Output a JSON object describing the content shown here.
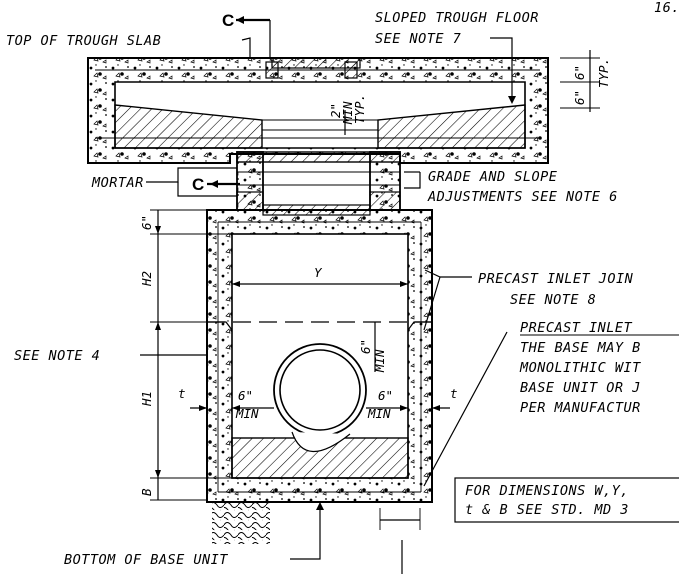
{
  "labels": {
    "top_of_trough_slab": "TOP OF TROUGH SLAB",
    "section_marker": "C",
    "sloped_trough_floor": "SLOPED TROUGH FLOOR",
    "see_note_7": "SEE NOTE 7",
    "mortar": "MORTAR",
    "grade_slope_1": "GRADE AND SLOPE",
    "grade_slope_2": "ADJUSTMENTS SEE NOTE 6",
    "precast_joint_1": "PRECAST INLET JOIN",
    "precast_joint_2": "SEE NOTE 8",
    "precast_inlet": "PRECAST INLET",
    "base_note_1": "THE BASE MAY B",
    "base_note_2": "MONOLITHIC WIT",
    "base_note_3": "BASE UNIT OR J",
    "base_note_4": "PER MANUFACTUR",
    "see_note_4": "SEE NOTE 4",
    "bottom_of_base_unit": "BOTTOM OF BASE UNIT",
    "dims_1": "FOR DIMENSIONS W,Y,",
    "dims_2": "t & B SEE STD. MD 3",
    "corner_number": "16."
  },
  "dimensions": {
    "six_in": "6\"",
    "two_in": "2\"",
    "min": "MIN",
    "typ": "TYP.",
    "six_in_min": "6\"",
    "h2": "H2",
    "h1": "H1",
    "b": "B",
    "y": "Y",
    "t": "t"
  }
}
